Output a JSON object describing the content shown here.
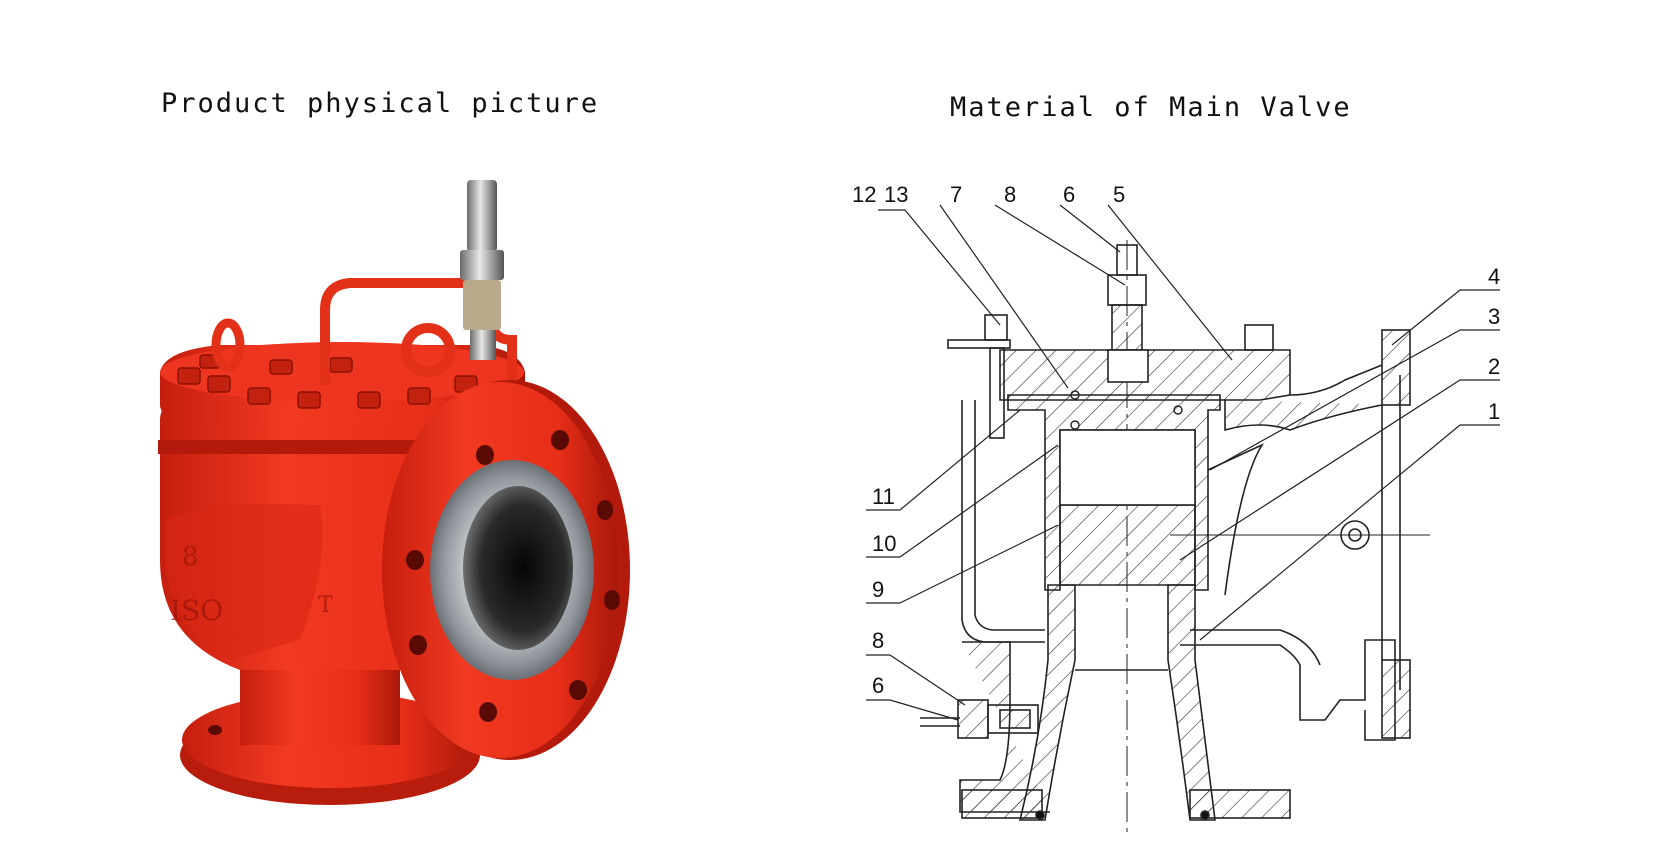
{
  "titles": {
    "left": "Product physical picture",
    "right": "Material of Main Valve"
  },
  "callouts": [
    "12",
    "13",
    "7",
    "8",
    "6",
    "5",
    "4",
    "3",
    "2",
    "1",
    "11",
    "10",
    "9",
    "8",
    "6"
  ],
  "colors": {
    "valve_body": "#e8301c",
    "valve_shadow": "#b01a0c",
    "flange_face": "#9aa0a6",
    "bore": "#1a1a1a",
    "drawing_line": "#222222"
  },
  "icons": [
    "valve-photo-illustration",
    "valve-section-drawing"
  ]
}
